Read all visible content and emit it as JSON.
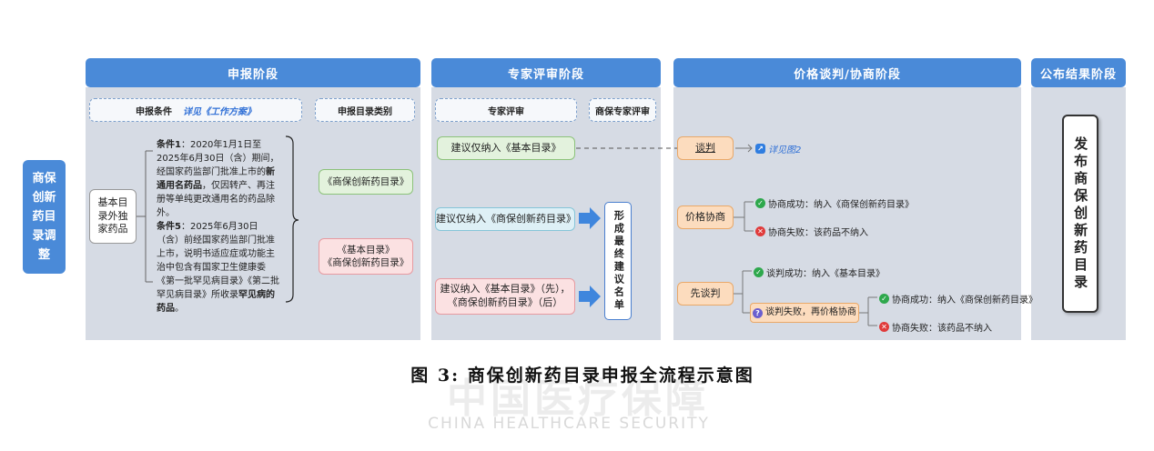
{
  "phases": {
    "apply": "申报阶段",
    "review": "专家评审阶段",
    "negotiate": "价格谈判/协商阶段",
    "publish": "公布结果阶段"
  },
  "left_tag": "商保创新药目录调整",
  "apply": {
    "cond_header_label": "申报条件",
    "cond_header_link": "详见《工作方案》",
    "category_header": "申报目录类别",
    "drug_box": "基本目录外独家药品",
    "cond1_title": "条件1",
    "cond1_text_a": "：2020年1月1日至2025年6月30日（含）期间，经国家药监部门批准上市的",
    "cond1_bold_a": "新通用名药品",
    "cond1_text_b": "，仅因转产、再注册等单纯更改通用名的药品除外。",
    "cond5_title": "条件5",
    "cond5_text_a": "：2025年6月30日（含）前经国家药监部门批准上市，说明书适应症或功能主治中包含有国家卫生健康委《第一批罕见病目录》《第二批罕见病目录》所收录",
    "cond5_bold_a": "罕见病的药品",
    "cond5_text_b": "。",
    "cat1": "《商保创新药目录》",
    "cat2_line1": "《基本目录》",
    "cat2_line2": "《商保创新药目录》"
  },
  "review": {
    "sub1": "专家评审",
    "sub2": "商保专家评审",
    "opt1": "建议仅纳入《基本目录》",
    "opt2": "建议仅纳入《商保创新药目录》",
    "opt3_line1": "建议纳入《基本目录》（先），",
    "opt3_line2": "《商保创新药目录》（后）",
    "final_list": "形成最终建议名单"
  },
  "negotiate": {
    "talk": "谈判",
    "talk_note": "详见图2",
    "consult": "价格协商",
    "consult_ok": "协商成功：纳入《商保创新药目录》",
    "consult_fail": "协商失败：该药品不纳入",
    "talk_first": "先谈判",
    "tf_ok": "谈判成功：纳入《基本目录》",
    "tf_fail_then": "谈判失败，再价格协商",
    "tf2_ok": "协商成功：纳入《商保创新药目录》",
    "tf2_fail": "协商失败：该药品不纳入"
  },
  "publish": {
    "result": "发布商保创新药目录"
  },
  "caption": "图 3:  商保创新药目录申报全流程示意图",
  "watermark": {
    "cn": "中国医疗保障",
    "en": "CHINA HEALTHCARE SECURITY"
  },
  "colors": {
    "header_blue": "#4a8ad8",
    "panel_gray": "#d6dbe4",
    "arrow_blue": "#3f86dd"
  }
}
